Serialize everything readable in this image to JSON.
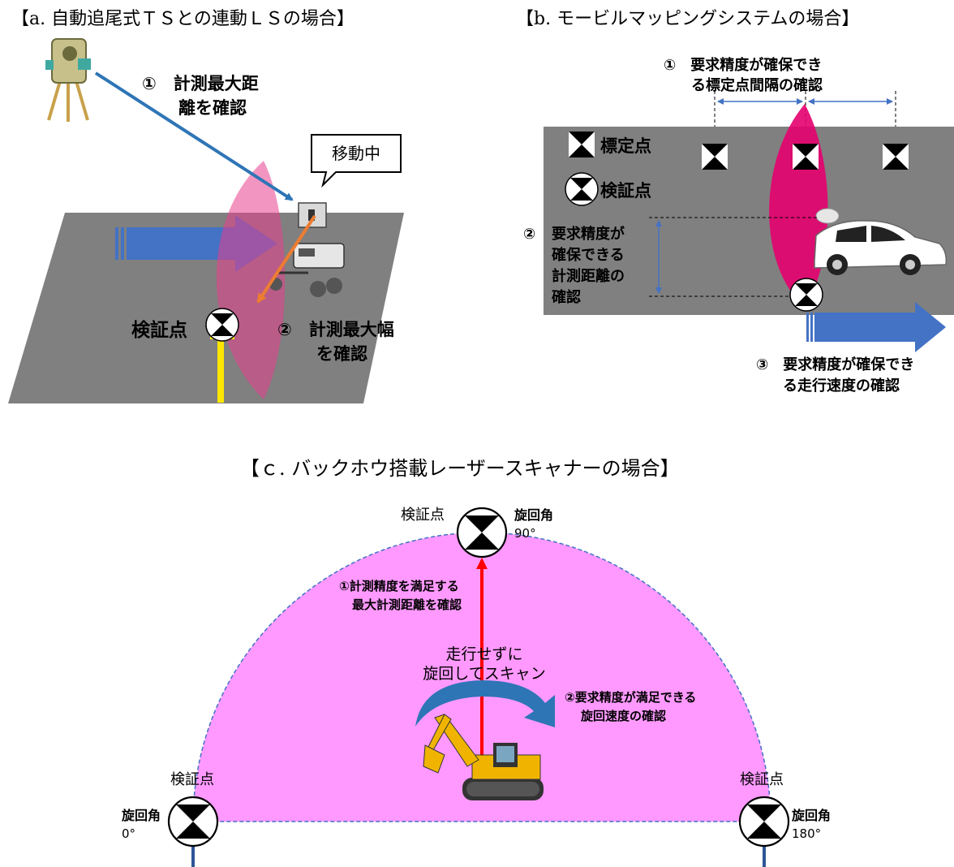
{
  "panel_a": {
    "title": "【a. 自動追尾式ＴＳとの連動ＬＳの場合】",
    "label1_line1": "①　計測最大距",
    "label1_line2": "離を確認",
    "moving": "移動中",
    "check_point": "検証点",
    "label2_line1": "②　計測最大幅",
    "label2_line2": "を確認"
  },
  "panel_b": {
    "title": "【b. モービルマッピングシステムの場合】",
    "label1_line1": "①　要求精度が確保でき",
    "label1_line2": "る標定点間隔の確認",
    "legend_ref": "標定点",
    "legend_check": "検証点",
    "label2_num": "②",
    "label2_lines": [
      "要求精度が",
      "確保できる",
      "計測距離の",
      "確認"
    ],
    "label3_line1": "③　要求精度が確保でき",
    "label3_line2": "る走行速度の確認"
  },
  "panel_c": {
    "title": "【ｃ. バックホウ搭載レーザースキャナーの場合】",
    "check_top": "検証点",
    "angle_top_line1": "旋回角",
    "angle_top_line2": "90°",
    "label1_line1": "①計測精度を満足する",
    "label1_line2": "最大計測距離を確認",
    "center_line1": "走行せずに",
    "center_line2": "旋回してスキャン",
    "label2_line1": "②要求精度が満足できる",
    "label2_line2": "旋回速度の確認",
    "check_left": "検証点",
    "angle_left_line1": "旋回角",
    "angle_left_line2": "0°",
    "check_right": "検証点",
    "angle_right_line1": "旋回角",
    "angle_right_line2": "180°"
  },
  "colors": {
    "ground_gray": "#808080",
    "arrow_blue": "#4472c4",
    "laser_pink": "#e83e8c",
    "arc_fill": "#ff99ff",
    "red_arrow": "#ff0000",
    "orange_line": "#ed7d31",
    "pole_yellow": "#ffe600"
  }
}
